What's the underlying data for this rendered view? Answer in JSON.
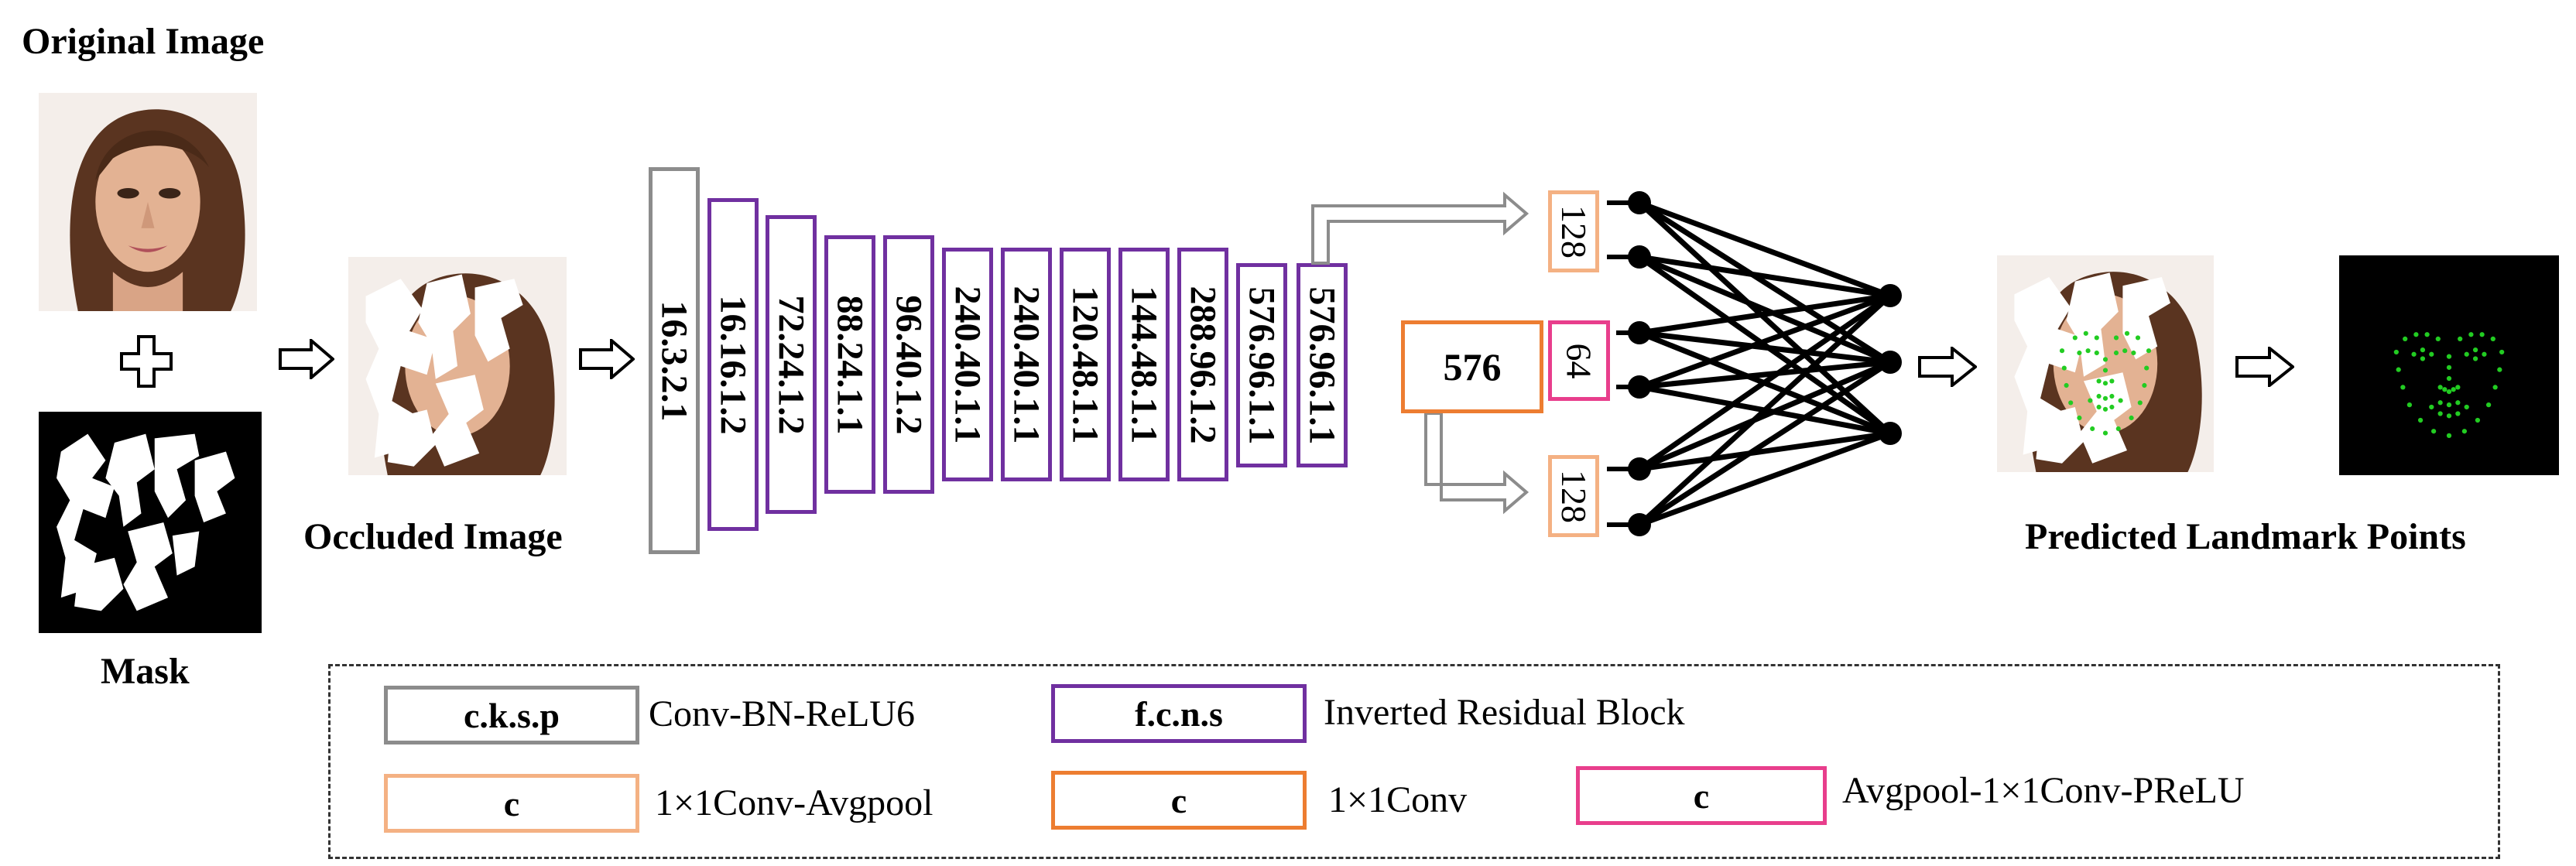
{
  "labels": {
    "original_image": "Original Image",
    "mask": "Mask",
    "occluded_image": "Occluded Image",
    "predicted_landmarks": "Predicted Landmark Points"
  },
  "conv_block": "16.3.2.1",
  "residual_blocks": [
    "16.16.1.2",
    "72.24.1.2",
    "88.24.1.1",
    "96.40.1.2",
    "240.40.1.1",
    "240.40.1.1",
    "120.48.1.1",
    "144.48.1.1",
    "288.96.1.2",
    "576.96.1.1",
    "576.96.1.1"
  ],
  "conv1x1": "576",
  "branch_top": "128",
  "branch_mid": "64",
  "branch_bottom": "128",
  "legend": {
    "conv_bn_relu6": {
      "key": "c.k.s.p",
      "desc": "Conv-BN-ReLU6"
    },
    "inverted_residual": {
      "key": "f.c.n.s",
      "desc": "Inverted Residual Block"
    },
    "conv_avgpool": {
      "key": "c",
      "desc": "1×1Conv-Avgpool"
    },
    "conv1x1": {
      "key": "c",
      "desc": "1×1Conv"
    },
    "avgpool_conv_prelu": {
      "key": "c",
      "desc": "Avgpool-1×1Conv-PReLU"
    }
  },
  "colors": {
    "conv_gray": "#8c8c8c",
    "residual_purple": "#7030a0",
    "light_orange": "#f4b183",
    "orange": "#ed7d31",
    "pink": "#e83e8c",
    "landmark_green": "#22cc22"
  }
}
